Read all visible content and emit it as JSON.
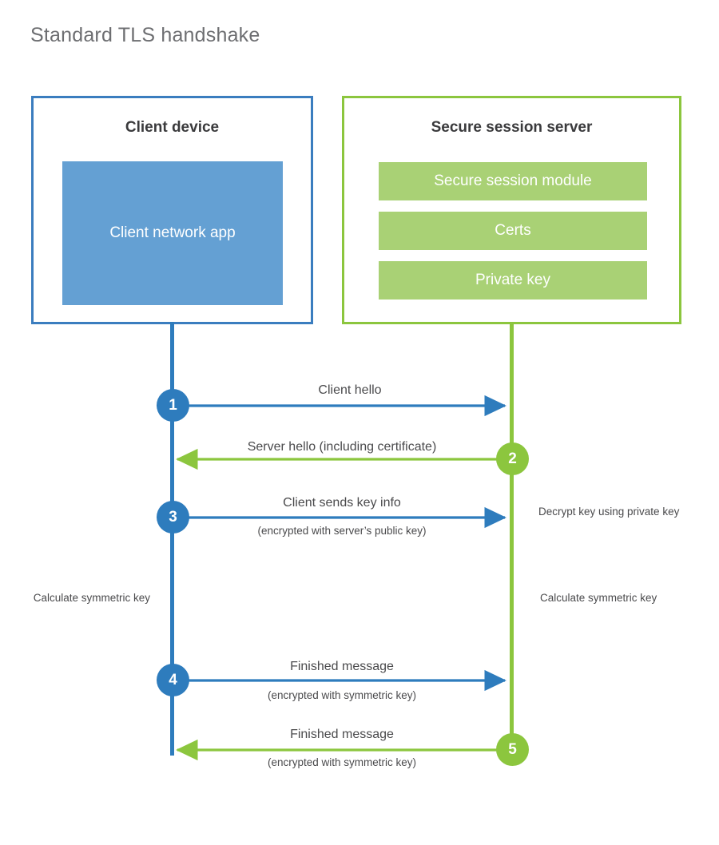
{
  "title": "Standard TLS handshake",
  "colors": {
    "client_border": "#3b7dbf",
    "client_line": "#2e7cbd",
    "client_app_fill": "#64a0d3",
    "server_border": "#8cc63e",
    "server_line": "#8cc63e",
    "server_bar_fill": "#a9d175",
    "title_text": "#6d6e71",
    "body_text": "#4a4a4c",
    "background": "#ffffff"
  },
  "client": {
    "title": "Client device",
    "app_label": "Client network app"
  },
  "server": {
    "title": "Secure session server",
    "components": [
      {
        "label": "Secure session module"
      },
      {
        "label": "Certs"
      },
      {
        "label": "Private key"
      }
    ]
  },
  "steps": [
    {
      "number": "1",
      "label": "Client hello",
      "sublabel": "",
      "direction": "client-to-server",
      "color": "blue"
    },
    {
      "number": "2",
      "label": "Server hello (including certificate)",
      "sublabel": "",
      "direction": "server-to-client",
      "color": "green"
    },
    {
      "number": "3",
      "label": "Client sends key info",
      "sublabel": "(encrypted with server’s public key)",
      "direction": "client-to-server",
      "color": "blue"
    },
    {
      "number": "4",
      "label": "Finished message",
      "sublabel": "(encrypted with symmetric key)",
      "direction": "client-to-server",
      "color": "blue"
    },
    {
      "number": "5",
      "label": "Finished message",
      "sublabel": "(encrypted with symmetric key)",
      "direction": "server-to-client",
      "color": "green"
    }
  ],
  "annotations": {
    "decrypt_key": "Decrypt key using private key",
    "client_calculate": "Calculate symmetric key",
    "server_calculate": "Calculate symmetric key"
  }
}
